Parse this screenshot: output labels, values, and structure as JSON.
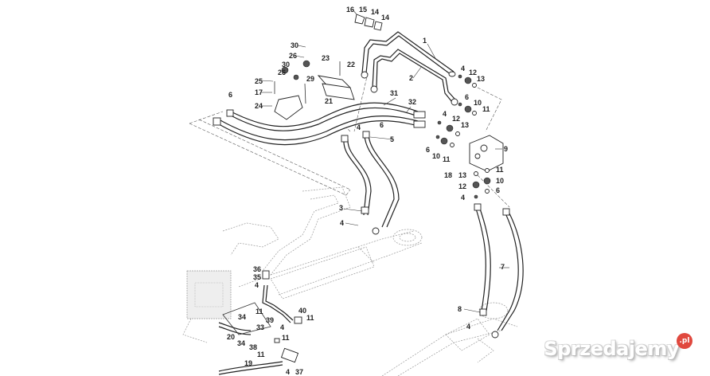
{
  "diagram": {
    "type": "exploded-parts-diagram",
    "subject": "hydraulic hose and pipe assembly",
    "callouts": [
      {
        "id": "c16",
        "label": "16"
      },
      {
        "id": "c15",
        "label": "15"
      },
      {
        "id": "c14a",
        "label": "14"
      },
      {
        "id": "c14b",
        "label": "14"
      },
      {
        "id": "c1",
        "label": "1"
      },
      {
        "id": "c2",
        "label": "2"
      },
      {
        "id": "c30a",
        "label": "30"
      },
      {
        "id": "c26a",
        "label": "26"
      },
      {
        "id": "c30b",
        "label": "30"
      },
      {
        "id": "c26b",
        "label": "26"
      },
      {
        "id": "c23",
        "label": "23"
      },
      {
        "id": "c22",
        "label": "22"
      },
      {
        "id": "c25",
        "label": "25"
      },
      {
        "id": "c29",
        "label": "29"
      },
      {
        "id": "c17",
        "label": "17"
      },
      {
        "id": "c21",
        "label": "21"
      },
      {
        "id": "c24",
        "label": "24"
      },
      {
        "id": "c6a",
        "label": "6"
      },
      {
        "id": "c31",
        "label": "31"
      },
      {
        "id": "c32",
        "label": "32"
      },
      {
        "id": "c4a",
        "label": "4"
      },
      {
        "id": "c12a",
        "label": "12"
      },
      {
        "id": "c13a",
        "label": "13"
      },
      {
        "id": "c6b",
        "label": "6"
      },
      {
        "id": "c10a",
        "label": "10"
      },
      {
        "id": "c11a",
        "label": "11"
      },
      {
        "id": "c4b",
        "label": "4"
      },
      {
        "id": "c12b",
        "label": "12"
      },
      {
        "id": "c13b",
        "label": "13"
      },
      {
        "id": "c4c",
        "label": "4"
      },
      {
        "id": "c6c",
        "label": "6"
      },
      {
        "id": "c5",
        "label": "5"
      },
      {
        "id": "c6d",
        "label": "6"
      },
      {
        "id": "c10b",
        "label": "10"
      },
      {
        "id": "c11b",
        "label": "11"
      },
      {
        "id": "c9",
        "label": "9"
      },
      {
        "id": "c18",
        "label": "18"
      },
      {
        "id": "c13c",
        "label": "13"
      },
      {
        "id": "c11c",
        "label": "11"
      },
      {
        "id": "c10c",
        "label": "10"
      },
      {
        "id": "c12c",
        "label": "12"
      },
      {
        "id": "c6e",
        "label": "6"
      },
      {
        "id": "c4d",
        "label": "4"
      },
      {
        "id": "c3",
        "label": "3"
      },
      {
        "id": "c4e",
        "label": "4"
      },
      {
        "id": "c7",
        "label": "7"
      },
      {
        "id": "c8",
        "label": "8"
      },
      {
        "id": "c4f",
        "label": "4"
      },
      {
        "id": "c36",
        "label": "36"
      },
      {
        "id": "c35",
        "label": "35"
      },
      {
        "id": "c4g",
        "label": "4"
      },
      {
        "id": "c11d",
        "label": "11"
      },
      {
        "id": "c34a",
        "label": "34"
      },
      {
        "id": "c39",
        "label": "39"
      },
      {
        "id": "c40",
        "label": "40"
      },
      {
        "id": "c11e",
        "label": "11"
      },
      {
        "id": "c33",
        "label": "33"
      },
      {
        "id": "c4h",
        "label": "4"
      },
      {
        "id": "c20",
        "label": "20"
      },
      {
        "id": "c34b",
        "label": "34"
      },
      {
        "id": "c38",
        "label": "38"
      },
      {
        "id": "c11f",
        "label": "11"
      },
      {
        "id": "c11g",
        "label": "11"
      },
      {
        "id": "c19",
        "label": "19"
      },
      {
        "id": "c4i",
        "label": "4"
      },
      {
        "id": "c37",
        "label": "37"
      }
    ]
  },
  "watermark": {
    "text": "Sprzedajemy",
    "badge": ".pl",
    "badge_color": "#e0483e"
  }
}
